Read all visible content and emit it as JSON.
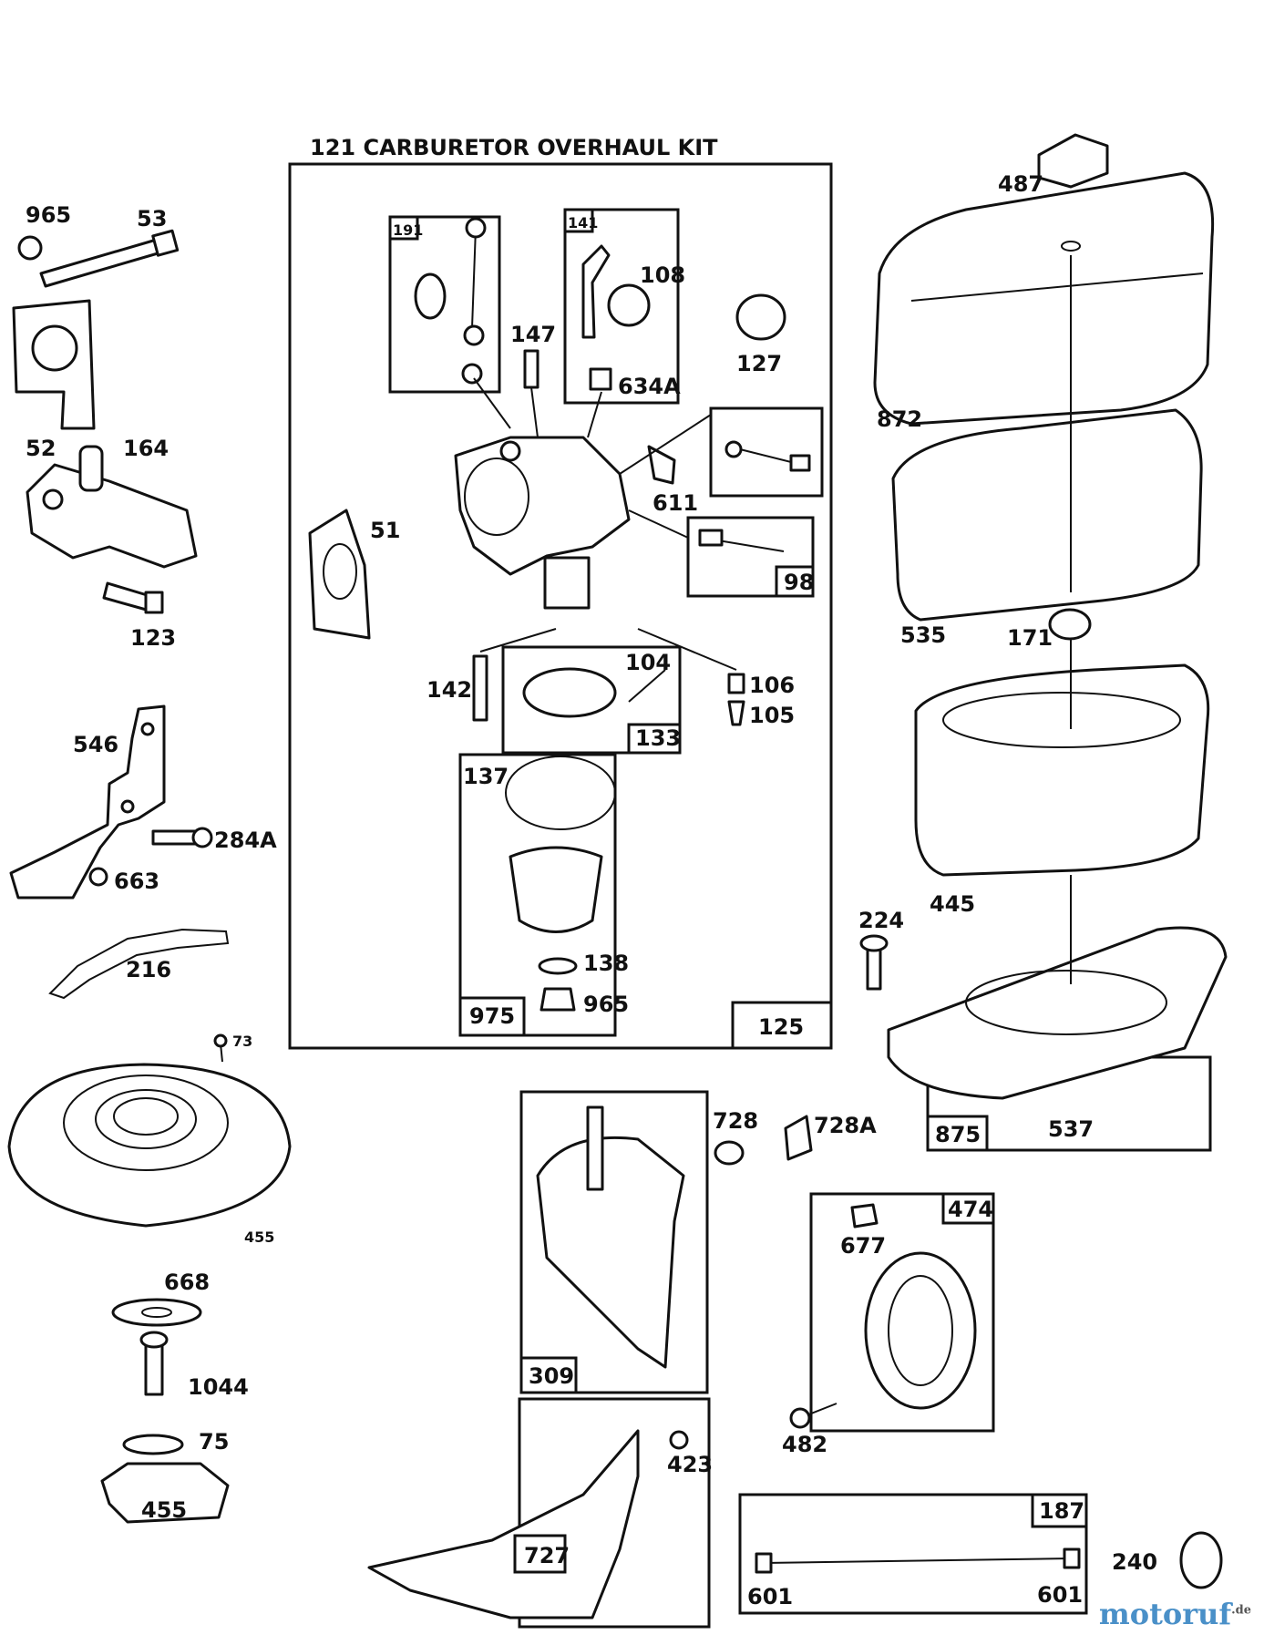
{
  "kit_title": "121 CARBURETOR OVERHAUL KIT",
  "labels": {
    "p965a": "965",
    "p53": "53",
    "p52": "52",
    "p164": "164",
    "p123": "123",
    "p546": "546",
    "p284A": "284A",
    "p663": "663",
    "p216": "216",
    "p73": "73",
    "p455a": "455",
    "p668": "668",
    "p1044": "1044",
    "p75": "75",
    "p455b": "455",
    "p191": "191",
    "p141": "141",
    "p147": "147",
    "p108": "108",
    "p127": "127",
    "p634A": "634A",
    "p611": "611",
    "p51": "51",
    "p98": "98",
    "p142": "142",
    "p104": "104",
    "p133": "133",
    "p106": "106",
    "p105": "105",
    "p137": "137",
    "p138": "138",
    "p975": "975",
    "p965b": "965",
    "p125": "125",
    "p487": "487",
    "p872": "872",
    "p535": "535",
    "p171": "171",
    "p445": "445",
    "p224": "224",
    "p875": "875",
    "p537": "537",
    "p728": "728",
    "p728A": "728A",
    "p309": "309",
    "p474": "474",
    "p677": "677",
    "p482": "482",
    "p423": "423",
    "p727": "727",
    "p187": "187",
    "p601a": "601",
    "p601b": "601",
    "p240": "240"
  },
  "brand": {
    "name": "motoruf",
    "tld": ".de",
    "color": "#4a90c8"
  }
}
